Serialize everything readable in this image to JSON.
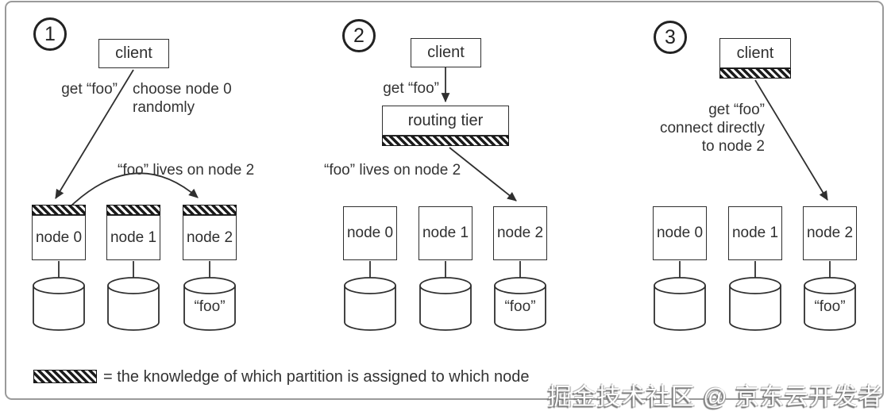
{
  "panels": [
    {
      "number": "1",
      "client": "client",
      "labels": {
        "request": "get “foo”",
        "note1": "choose node 0",
        "note2": "randomly",
        "location": "“foo” lives on node 2"
      },
      "nodes": [
        {
          "label": "node 0"
        },
        {
          "label": "node 1"
        },
        {
          "label": "node 2"
        }
      ],
      "db_value": "“foo”"
    },
    {
      "number": "2",
      "client": "client",
      "router": "routing tier",
      "labels": {
        "request": "get “foo”",
        "location": "“foo” lives on node 2"
      },
      "nodes": [
        {
          "label": "node 0"
        },
        {
          "label": "node 1"
        },
        {
          "label": "node 2"
        }
      ],
      "db_value": "“foo”"
    },
    {
      "number": "3",
      "client": "client",
      "labels": {
        "request": "get “foo”",
        "note1": "connect directly",
        "note2": "to node 2"
      },
      "nodes": [
        {
          "label": "node 0"
        },
        {
          "label": "node 1"
        },
        {
          "label": "node 2"
        }
      ],
      "db_value": "“foo”"
    }
  ],
  "legend": {
    "text": "= the knowledge of which partition is assigned to which node"
  },
  "watermark": {
    "text": "掘金技术社区 @ 京东云开发者"
  },
  "colors": {
    "ink": "#2f2f2f",
    "frame": "#9a9a9a",
    "hatch": "#1b1b1b",
    "background": "#ffffff"
  }
}
